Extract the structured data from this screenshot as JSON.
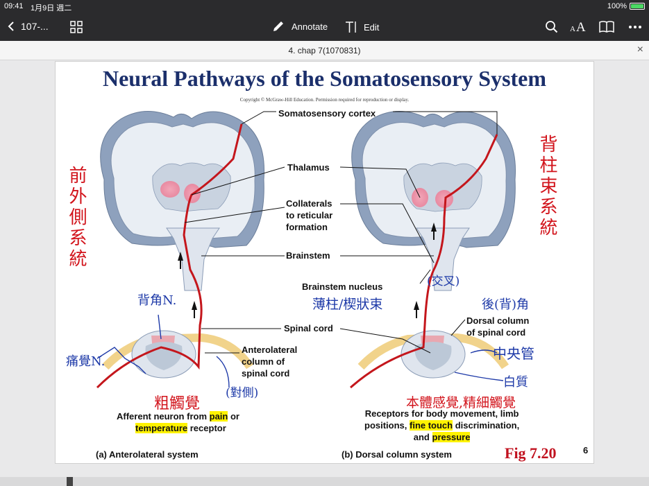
{
  "status": {
    "time": "09:41",
    "date": "1月9日 週二",
    "battery": "100%"
  },
  "toolbar": {
    "back_label": "107-...",
    "annotate": "Annotate",
    "edit": "Edit"
  },
  "tab": {
    "title": "4. chap 7(1070831)",
    "close": "×"
  },
  "slide": {
    "title": "Neural Pathways of the Somatosensory System",
    "copyright": "Copyright © McGraw-Hill Education. Permission required for reproduction or display.",
    "labels": {
      "cortex": "Somatosensory cortex",
      "thalamus": "Thalamus",
      "collaterals": [
        "Collaterals",
        "to reticular",
        "formation"
      ],
      "brainstem": "Brainstem",
      "brainstem_nucleus": "Brainstem nucleus",
      "spinal_cord": "Spinal cord",
      "anterolateral": [
        "Anterolateral",
        "column of",
        "spinal cord"
      ],
      "dorsal_column": [
        "Dorsal column",
        "of spinal cord"
      ],
      "afferent": {
        "pre": "Afferent neuron from ",
        "pain": "pain",
        "or": " or",
        "temperature": "temperature",
        "post": " receptor"
      },
      "receptors": {
        "line1": "Receptors for body movement, limb",
        "pre2": "positions, ",
        "fine_touch": "fine touch",
        "post2": " discrimination,",
        "pre3": "and ",
        "pressure": "pressure"
      }
    },
    "captions": {
      "a": "(a) Anterolateral system",
      "b": "(b) Dorsal column system"
    },
    "fig": "Fig 7.20",
    "page_number": "6",
    "handwriting": {
      "left_vertical": "前外側系統",
      "right_vertical": "背柱束系統",
      "dorsal_horn_n": "背角N.",
      "sensory_n": "痛覺N.",
      "crude_touch": "粗觸覺",
      "contralateral": "(對側)",
      "cross": "(交叉)",
      "tract": "薄柱/楔狀束",
      "dorsal_horn": "後(背)角",
      "central_canal": "中央管",
      "ventral": "白質",
      "proprioception": "本體感覺,精細觸覺"
    },
    "colors": {
      "title": "#1b2f6b",
      "pathway": "#c4161c",
      "highlight": "#fff200",
      "handwriting_red": "#d2141c",
      "handwriting_blue": "#1e3aa8"
    }
  }
}
